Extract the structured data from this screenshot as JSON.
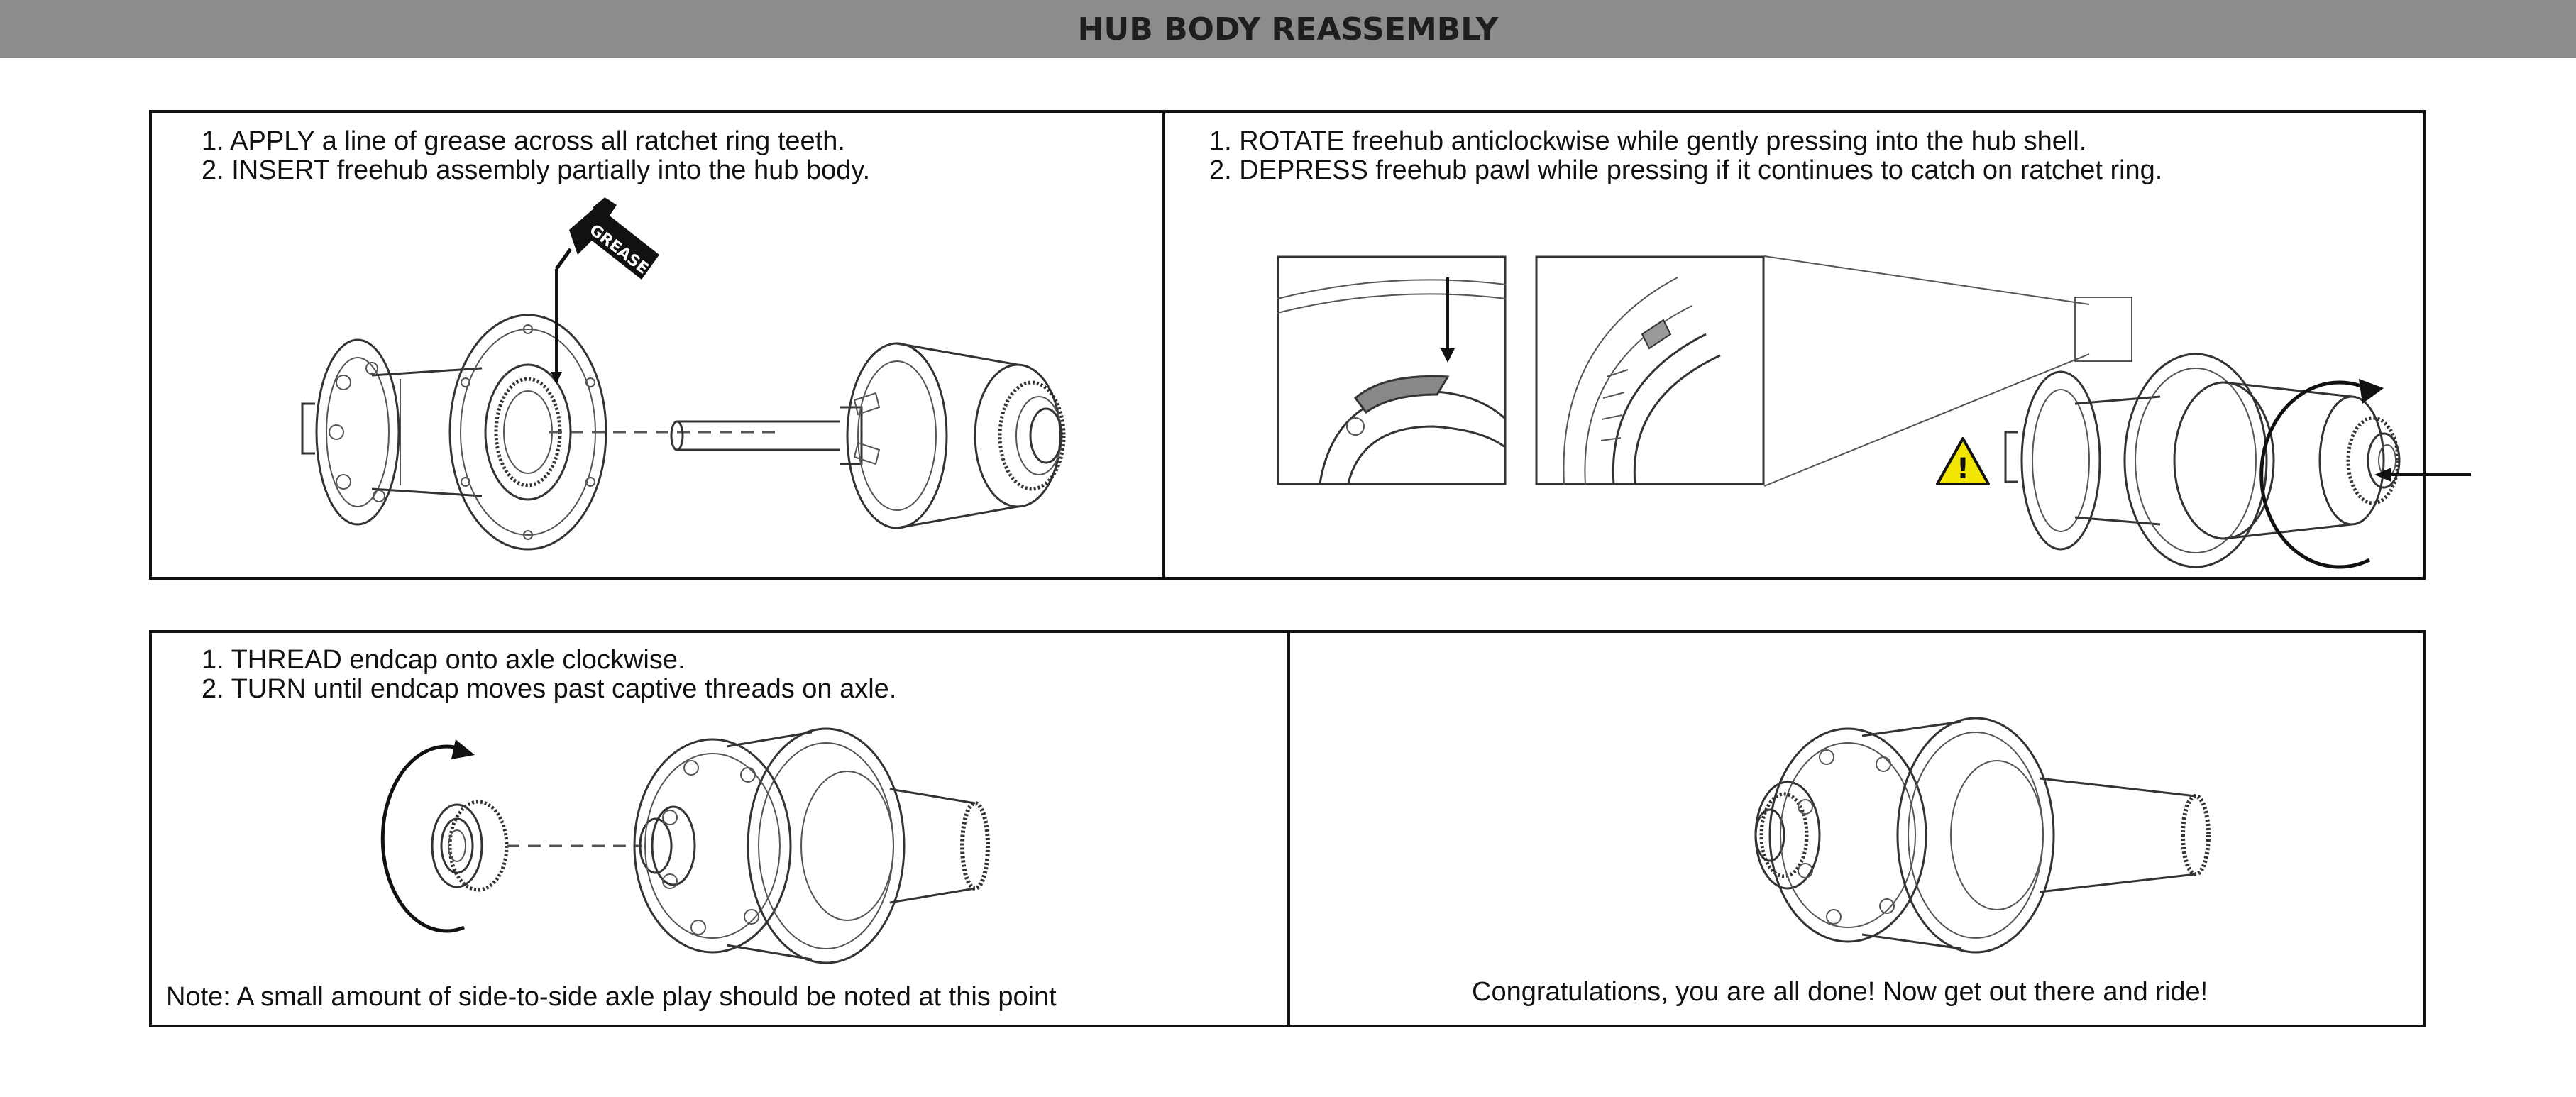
{
  "header": {
    "title": "HUB BODY REASSEMBLY"
  },
  "panel1": {
    "steps": [
      "1. APPLY a line of grease across all ratchet ring teeth.",
      "2. INSERT freehub assembly partially into the hub body."
    ],
    "grease_label": "GREASE"
  },
  "panel2": {
    "steps": [
      "1. ROTATE freehub anticlockwise while gently pressing into the hub shell.",
      "2. DEPRESS freehub pawl while pressing if it continues to catch on ratchet ring."
    ],
    "warning_symbol": "!"
  },
  "panel3": {
    "steps": [
      "1. THREAD endcap onto axle clockwise.",
      "2. TURN until endcap moves past captive threads on axle."
    ],
    "note": "Note: A small amount of side-to-side axle play should be noted at this point"
  },
  "panel4": {
    "message": "Congratulations, you are all done! Now get out there and ride!"
  },
  "icons": [
    "grease-gun-icon",
    "warning-icon",
    "rotation-arrow-icon",
    "push-arrow-icon"
  ],
  "colors": {
    "header_bg": "#8c8c8c",
    "warning_yellow": "#f2e600",
    "border": "#111111"
  }
}
